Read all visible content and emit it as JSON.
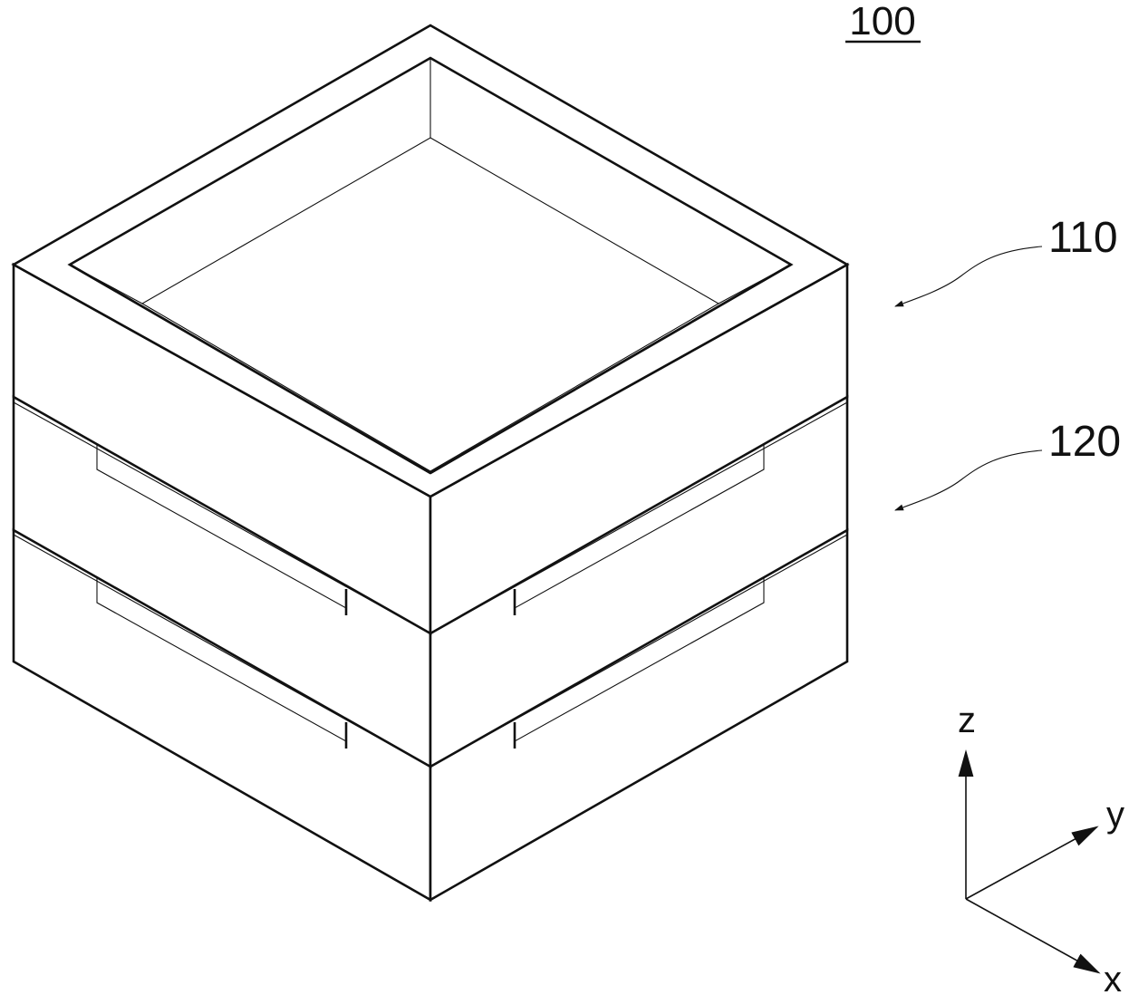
{
  "figure": {
    "reference_number": "100",
    "callouts": {
      "top_layer": "110",
      "middle_layer": "120"
    },
    "axes": {
      "z": "z",
      "y": "y",
      "x": "x"
    }
  },
  "colors": {
    "line": "#111111",
    "background": "#ffffff"
  }
}
